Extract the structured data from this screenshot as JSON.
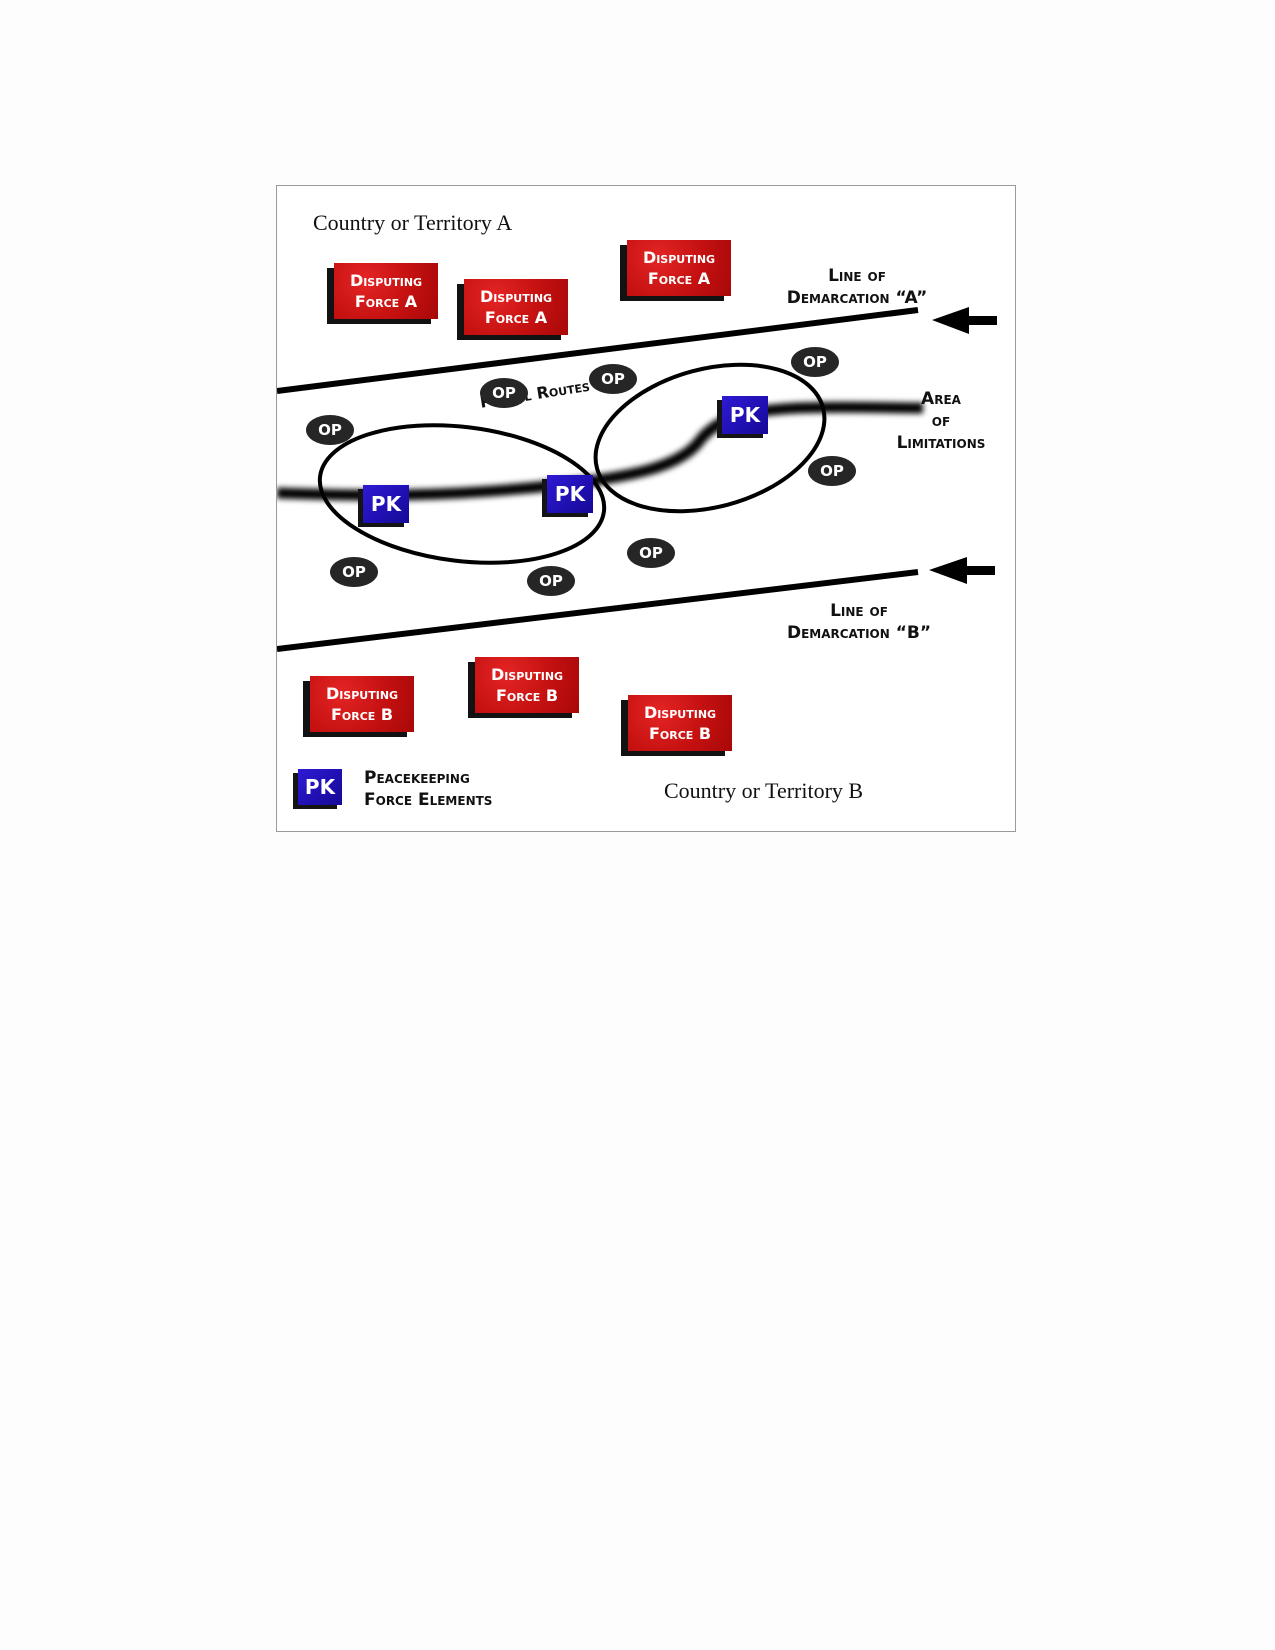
{
  "figure": {
    "country_a": "Country or Territory A",
    "country_b": "Country or Territory B",
    "line_a": [
      "Line of",
      "Demarcation “A”"
    ],
    "line_b": [
      "Line of",
      "Demarcation “B”"
    ],
    "area_of_limitations": [
      "Area",
      "of",
      "Limitations"
    ],
    "patrol_routes": "Patrol Routes",
    "force_a": [
      "Disputing",
      "Force A"
    ],
    "force_b": [
      "Disputing",
      "Force B"
    ],
    "pk_label": "PK",
    "op_label": "OP",
    "legend": {
      "symbol": "PK",
      "text": [
        "Peacekeeping",
        "Force Elements"
      ]
    },
    "colors": {
      "disputing_force": "#c41010",
      "peacekeeping": "#2410c0",
      "op_marker": "#262626"
    }
  }
}
